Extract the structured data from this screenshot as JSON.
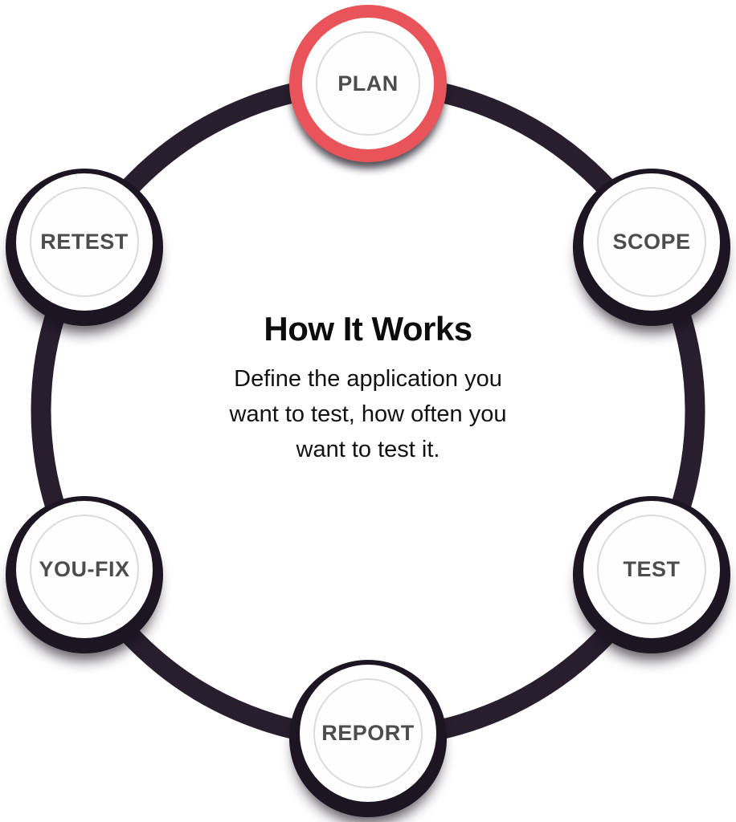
{
  "diagram": {
    "center": {
      "title": "How It Works",
      "description": "Define the application you\nwant to test, how often you\nwant to test it."
    },
    "nodes": [
      {
        "id": "plan",
        "label": "PLAN",
        "state": "active"
      },
      {
        "id": "scope",
        "label": "SCOPE",
        "state": "default"
      },
      {
        "id": "test",
        "label": "TEST",
        "state": "default"
      },
      {
        "id": "report",
        "label": "REPORT",
        "state": "default"
      },
      {
        "id": "you-fix",
        "label": "YOU-FIX",
        "state": "default"
      },
      {
        "id": "retest",
        "label": "RETEST",
        "state": "default"
      }
    ]
  },
  "colors": {
    "accent_red": "#E9545A",
    "ring_dark": "#281E2E",
    "node_ring_dark": "#1C1622",
    "label_gray": "#4D4D4D",
    "inner_ring_gray": "#DBDBDB",
    "text_black": "#0C0C0C",
    "background": "#FFFFFF"
  }
}
